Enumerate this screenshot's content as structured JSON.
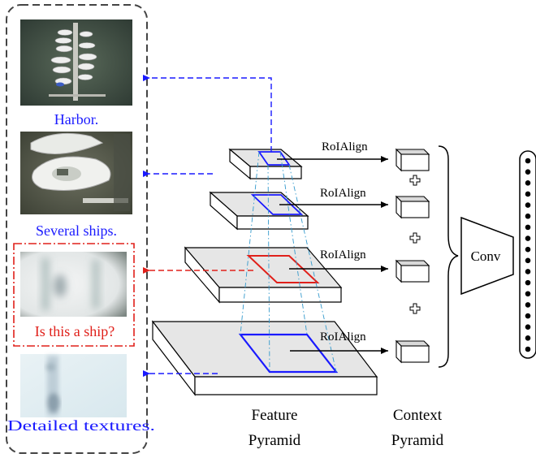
{
  "panel": {
    "items": [
      {
        "caption": "Harbor.",
        "color": "#1a1aff"
      },
      {
        "caption": "Several ships.",
        "color": "#1a1aff"
      },
      {
        "caption": "Is this a ship?",
        "color": "#e0201a"
      },
      {
        "caption": "Detailed textures.",
        "color": "#1a1aff"
      }
    ]
  },
  "levels": [
    {
      "op_label": "RoIAlign",
      "roi_color": "#1a1aff"
    },
    {
      "op_label": "RoIAlign",
      "roi_color": "#1a1aff"
    },
    {
      "op_label": "RoIAlign",
      "roi_color": "#e0201a"
    },
    {
      "op_label": "RoIAlign",
      "roi_color": "#1a1aff"
    }
  ],
  "plus_symbols": [
    "+",
    "+",
    "+"
  ],
  "conv_label": "Conv",
  "feature_pyramid_label": [
    "Feature",
    "Pyramid"
  ],
  "context_pyramid_label": [
    "Context",
    "Pyramid"
  ],
  "output_vector_dot_count": 18,
  "colors": {
    "blue": "#1a1aff",
    "red": "#e0201a",
    "slab_top": "#e6e6e6",
    "guide": "#3399cc"
  }
}
